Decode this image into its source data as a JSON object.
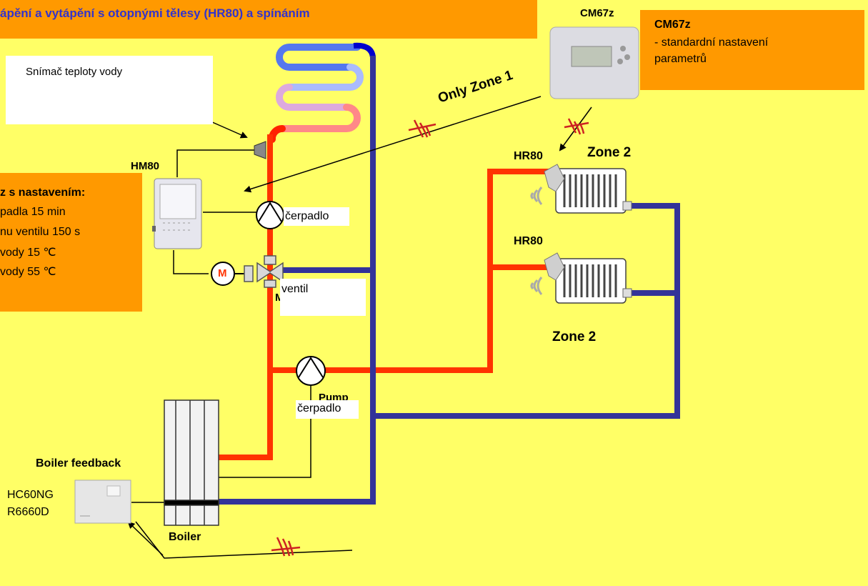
{
  "title_banner": "ápění a vytápění s otopnými tělesy (HR80) a spínáním",
  "sensor_box": "Snímač teploty vody",
  "settings_box": {
    "heading": "z s nastavením:",
    "lines": [
      "padla 15 min",
      "nu ventilu 150 s",
      "vody 15 ℃",
      " vody 55 ℃"
    ]
  },
  "cm67z_box": {
    "heading": "CM67z",
    "lines": [
      "- standardní nastavení",
      "parametrů"
    ]
  },
  "labels": {
    "cm67z_device": "CM67z",
    "hm80": "HM80",
    "pump_upper": "čerpadlo",
    "valve": "ventil",
    "valve_behind": "M",
    "pump_lower_behind": "Pump",
    "pump_lower": "čerpadlo",
    "motor": "M",
    "only_zone1": "Only Zone 1",
    "hr80_top": "HR80",
    "zone2_top": "Zone 2",
    "hr80_bottom": "HR80",
    "zone2_bottom": "Zone 2",
    "boiler_feedback": "Boiler feedback",
    "hc60ng": "HC60NG",
    "r6660d": "R6660D",
    "boiler": "Boiler"
  },
  "colors": {
    "background": "#FFFF66",
    "callout": "#FF9900",
    "hot_pipe": "#FF3300",
    "return_pipe": "#333399",
    "title_text": "#3333CC"
  }
}
